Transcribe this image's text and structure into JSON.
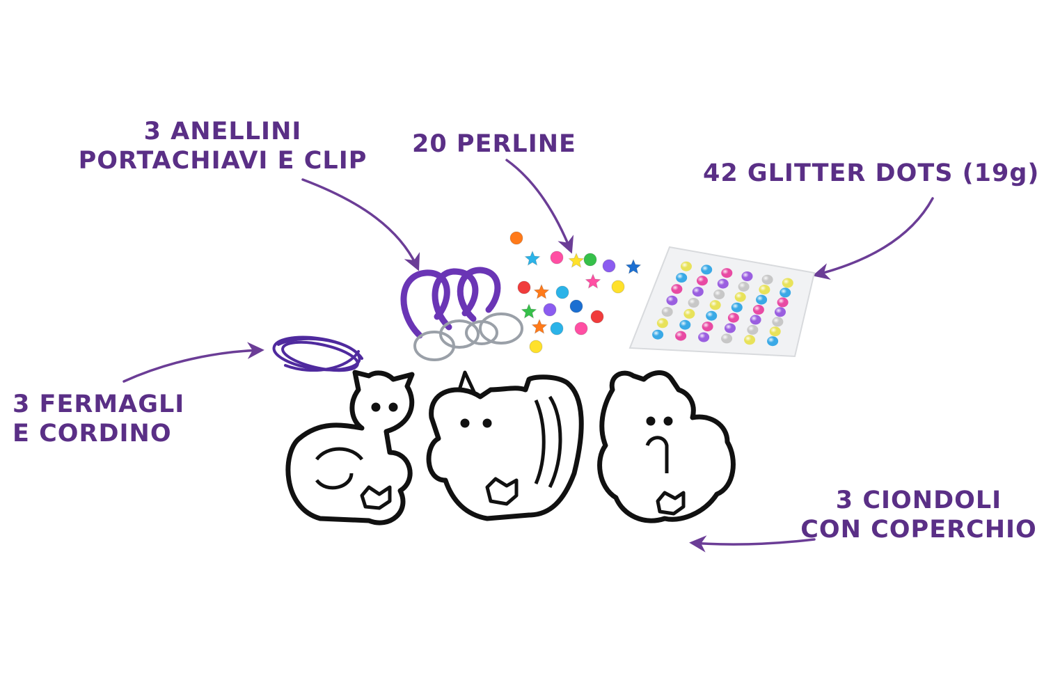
{
  "labels": {
    "anellini": [
      "3 ANELLINI",
      "PORTACHIAVI E CLIP"
    ],
    "perline": [
      "20 PERLINE"
    ],
    "glitter": [
      "42 GLITTER DOTS (19g)"
    ],
    "fermagli": [
      "3 FERMAGLI",
      "E CORDINO"
    ],
    "ciondoli": [
      "3 CIONDOLI",
      "CON COPERCHIO"
    ]
  },
  "colors": {
    "label_text": "#5a2f86",
    "arrow": "#6b3d96",
    "clip_purple": "#6a35b5",
    "cord_purple": "#4f2a9e",
    "outline": "#111111",
    "dot_colors": [
      "#e8e25a",
      "#3aa9e6",
      "#e84aa3",
      "#9a5fe0",
      "#c7c7c7"
    ],
    "bead_colors": [
      "#ff7a1a",
      "#2bb3e8",
      "#ff4fa3",
      "#ffe12b",
      "#36c04a",
      "#8b5cf0",
      "#1c6fd1",
      "#f03c3c"
    ]
  },
  "counts": {
    "beads": 20,
    "glitter_dots": 42,
    "clips": 3,
    "pendants": 3
  }
}
